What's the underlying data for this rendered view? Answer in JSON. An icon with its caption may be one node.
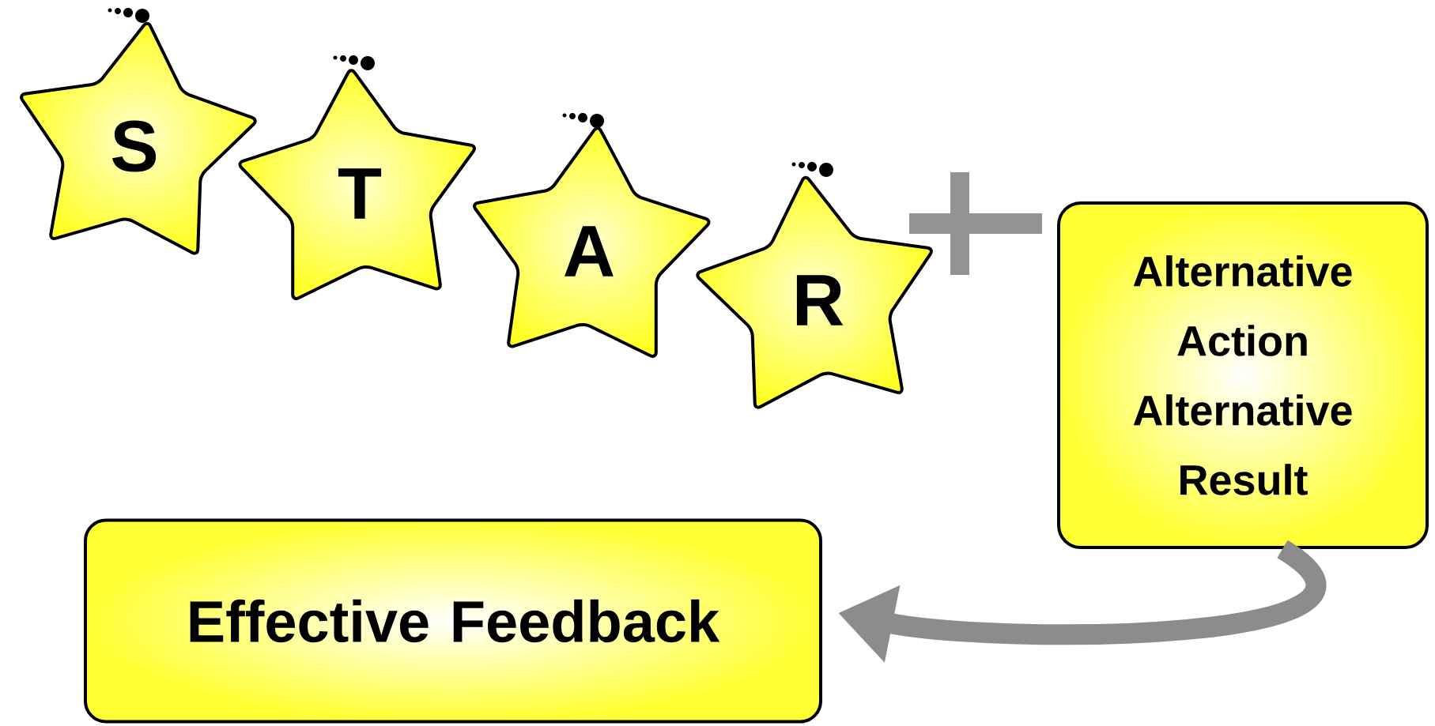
{
  "diagram": {
    "nodes": [
      {
        "text": [
          "S"
        ]
      },
      {
        "text": [
          "T"
        ]
      },
      {
        "text": [
          "A"
        ]
      },
      {
        "text": [
          "R"
        ]
      },
      {
        "text": [
          "Alternative Action Alternative Result"
        ]
      },
      {
        "text": [
          "Effective Feedback"
        ]
      }
    ],
    "edges": [
      {
        "from": 4,
        "to": 5,
        "arrow": "to"
      }
    ]
  }
}
